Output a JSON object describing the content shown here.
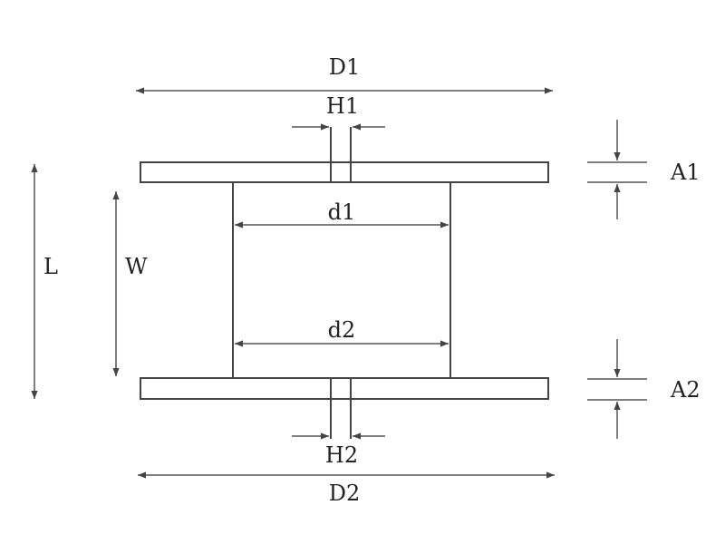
{
  "labels": {
    "D1": "D1",
    "H1": "H1",
    "A1": "A1",
    "d1": "d1",
    "L": "L",
    "W": "W",
    "d2": "d2",
    "A2": "A2",
    "H2": "H2",
    "D2": "D2"
  },
  "colors": {
    "stroke": "#444444",
    "text": "#222222",
    "background": "#ffffff"
  }
}
